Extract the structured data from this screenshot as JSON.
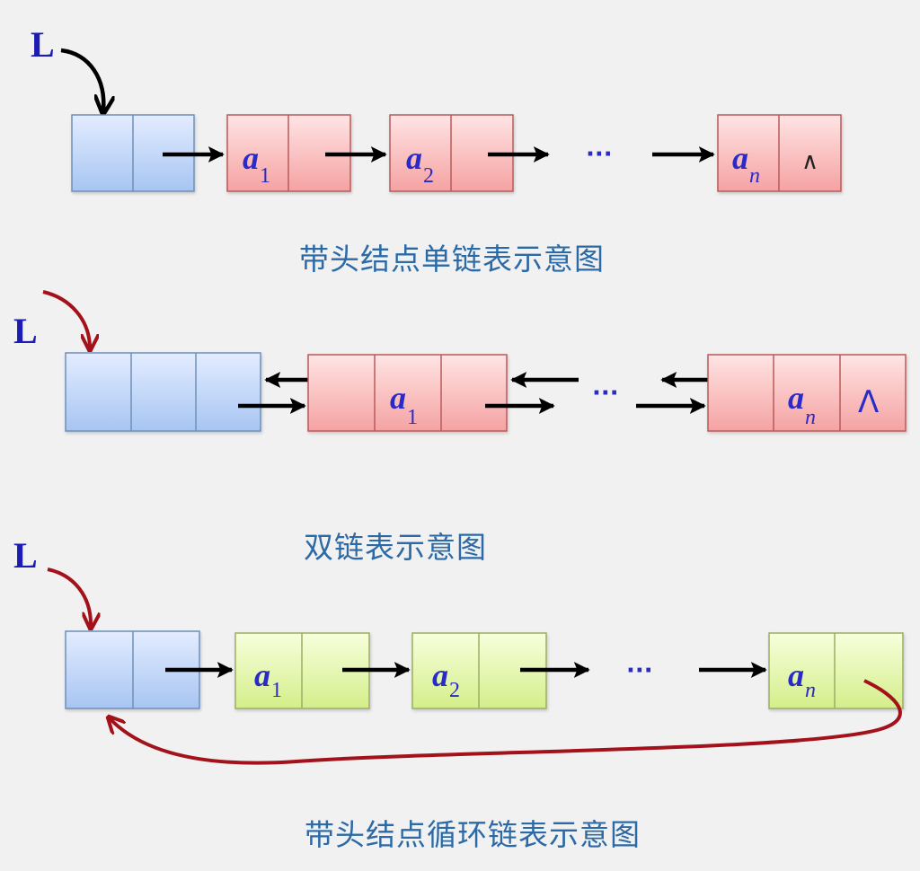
{
  "diagrams": {
    "single": {
      "pointer_label": "L",
      "caption": "带头结点单链表示意图",
      "nodes": [
        {
          "label": "a",
          "sub": "1"
        },
        {
          "label": "a",
          "sub": "2"
        },
        {
          "label": "a",
          "sub": "n"
        }
      ],
      "ellipsis": "···",
      "null_symbol": "∧"
    },
    "double": {
      "pointer_label": "L",
      "caption": "双链表示意图",
      "nodes": [
        {
          "label": "a",
          "sub": "1"
        },
        {
          "label": "a",
          "sub": "n"
        }
      ],
      "ellipsis": "···",
      "null_symbol": "Λ"
    },
    "circular": {
      "pointer_label": "L",
      "caption": "带头结点循环链表示意图",
      "nodes": [
        {
          "label": "a",
          "sub": "1"
        },
        {
          "label": "a",
          "sub": "2"
        },
        {
          "label": "a",
          "sub": "n"
        }
      ],
      "ellipsis": "···"
    }
  },
  "colors": {
    "background": "#f1f1f1",
    "head_node_fill_top": "#dfeaff",
    "head_node_fill_bottom": "#a9c7f3",
    "head_node_border": "#6e8fb8",
    "data_node_fill_top": "#ffe1e1",
    "data_node_fill_bottom": "#f6a3a3",
    "data_node_border": "#b85a5a",
    "circular_node_fill_top": "#f6ffd8",
    "circular_node_fill_bottom": "#d6f08e",
    "circular_node_border": "#9aae62",
    "caption_text": "#2b6aa6",
    "variable_text": "#2a2ac8",
    "arrow_black": "#000000",
    "arrow_red": "#a3121a"
  }
}
